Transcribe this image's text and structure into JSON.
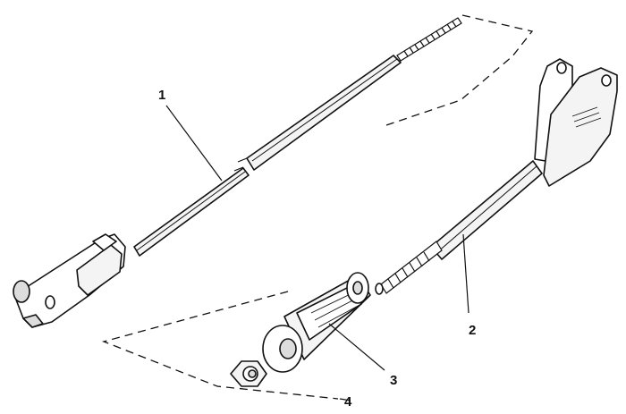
{
  "diagram": {
    "callouts": [
      {
        "id": "1",
        "label": "1"
      },
      {
        "id": "2",
        "label": "2"
      },
      {
        "id": "3",
        "label": "3"
      },
      {
        "id": "4",
        "label": "4"
      }
    ],
    "colors": {
      "ink": "#111111",
      "paper": "#ffffff",
      "metal": "#f4f4f4"
    }
  }
}
